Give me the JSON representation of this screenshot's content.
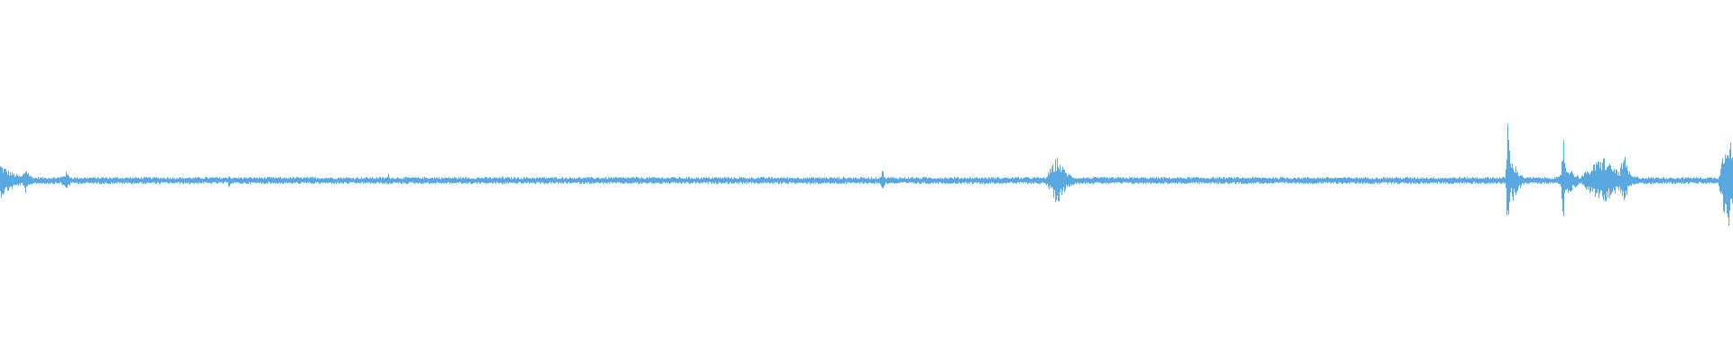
{
  "waveform": {
    "color": "#5aa8e0",
    "duration_normalized": 1.0,
    "baseline_amplitude": 0.02,
    "bursts": [
      {
        "t": 0.0,
        "amp": 0.1,
        "width": 0.014
      },
      {
        "t": 0.015,
        "amp": 0.08,
        "width": 0.004
      },
      {
        "t": 0.038,
        "amp": 0.05,
        "width": 0.006
      },
      {
        "t": 0.132,
        "amp": 0.04,
        "width": 0.002
      },
      {
        "t": 0.224,
        "amp": 0.04,
        "width": 0.002
      },
      {
        "t": 0.29,
        "amp": 0.03,
        "width": 0.002
      },
      {
        "t": 0.509,
        "amp": 0.07,
        "width": 0.002
      },
      {
        "t": 0.61,
        "amp": 0.14,
        "width": 0.008
      },
      {
        "t": 0.87,
        "amp": 0.45,
        "width": 0.0015
      },
      {
        "t": 0.873,
        "amp": 0.12,
        "width": 0.006
      },
      {
        "t": 0.902,
        "amp": 0.32,
        "width": 0.0015
      },
      {
        "t": 0.905,
        "amp": 0.08,
        "width": 0.008
      },
      {
        "t": 0.925,
        "amp": 0.14,
        "width": 0.016
      },
      {
        "t": 0.937,
        "amp": 0.16,
        "width": 0.004
      },
      {
        "t": 0.997,
        "amp": 0.32,
        "width": 0.006
      }
    ]
  }
}
